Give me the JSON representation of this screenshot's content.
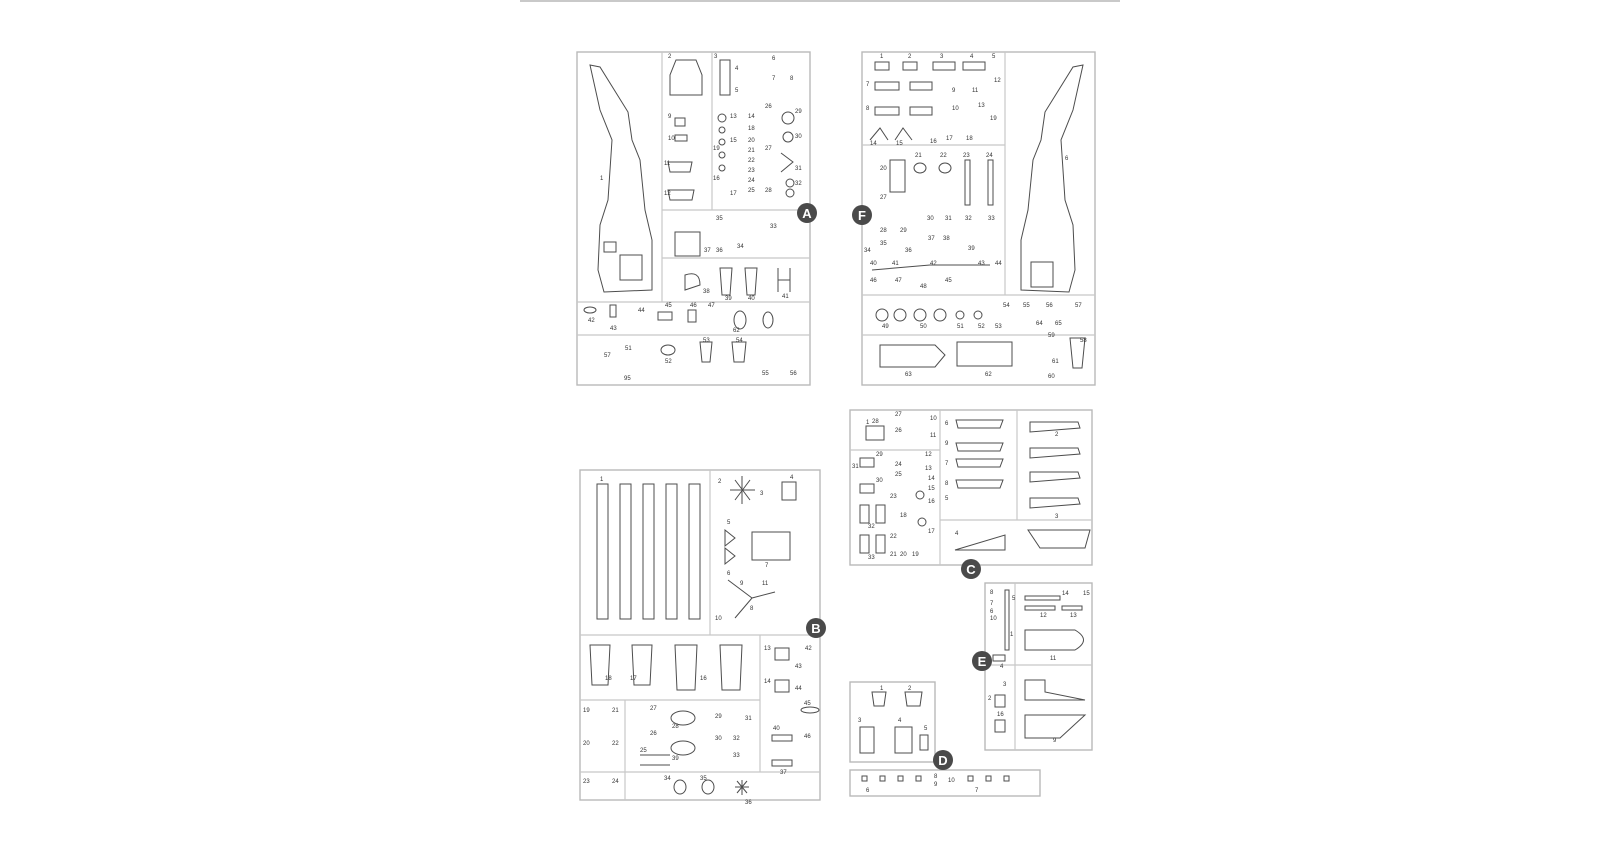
{
  "sprues": [
    {
      "letter": "A",
      "color": "#4a4a4a",
      "numbers": [
        "1",
        "2",
        "3",
        "4",
        "5",
        "6",
        "7",
        "8",
        "9",
        "10",
        "11",
        "12",
        "13",
        "14",
        "15",
        "16",
        "17",
        "18",
        "19",
        "20",
        "21",
        "22",
        "23",
        "24",
        "25",
        "26",
        "27",
        "28",
        "29",
        "30",
        "31",
        "32",
        "33",
        "34",
        "35",
        "36",
        "37",
        "38",
        "39",
        "40",
        "41",
        "42",
        "43",
        "44",
        "45",
        "46",
        "47",
        "51",
        "52",
        "53",
        "54",
        "55",
        "56",
        "57",
        "62",
        "95"
      ]
    },
    {
      "letter": "F",
      "color": "#4a4a4a",
      "numbers": [
        "1",
        "2",
        "3",
        "4",
        "5",
        "6",
        "7",
        "8",
        "9",
        "10",
        "11",
        "12",
        "13",
        "14",
        "15",
        "16",
        "17",
        "18",
        "19",
        "20",
        "21",
        "22",
        "23",
        "24",
        "27",
        "28",
        "29",
        "30",
        "31",
        "32",
        "33",
        "34",
        "35",
        "36",
        "37",
        "38",
        "39",
        "40",
        "41",
        "42",
        "43",
        "44",
        "45",
        "46",
        "47",
        "48",
        "49",
        "50",
        "51",
        "52",
        "53",
        "54",
        "55",
        "56",
        "57",
        "58",
        "59",
        "60",
        "61",
        "62",
        "63",
        "64",
        "65"
      ]
    },
    {
      "letter": "B",
      "color": "#4a4a4a",
      "numbers": [
        "1",
        "2",
        "3",
        "4",
        "5",
        "6",
        "7",
        "8",
        "9",
        "10",
        "11",
        "13",
        "14",
        "16",
        "17",
        "18",
        "19",
        "20",
        "21",
        "22",
        "23",
        "24",
        "25",
        "26",
        "27",
        "28",
        "29",
        "30",
        "31",
        "32",
        "33",
        "34",
        "35",
        "36",
        "37",
        "39",
        "40",
        "42",
        "43",
        "44",
        "45",
        "46"
      ]
    },
    {
      "letter": "C",
      "color": "#4a4a4a",
      "numbers": [
        "1",
        "2",
        "3",
        "4",
        "5",
        "6",
        "7",
        "8",
        "9",
        "10",
        "11",
        "12",
        "13",
        "14",
        "15",
        "16",
        "17",
        "18",
        "19",
        "20",
        "21",
        "22",
        "23",
        "24",
        "25",
        "26",
        "27",
        "28",
        "29",
        "30",
        "31",
        "32",
        "33"
      ]
    },
    {
      "letter": "E",
      "color": "#4a4a4a",
      "numbers": [
        "1",
        "2",
        "3",
        "4",
        "5",
        "6",
        "7",
        "8",
        "9",
        "10",
        "11",
        "12",
        "13",
        "14",
        "15",
        "16"
      ]
    },
    {
      "letter": "D",
      "color": "#4a4a4a",
      "numbers": [
        "1",
        "2",
        "3",
        "4",
        "5",
        "6",
        "7",
        "8",
        "9",
        "10"
      ]
    }
  ]
}
